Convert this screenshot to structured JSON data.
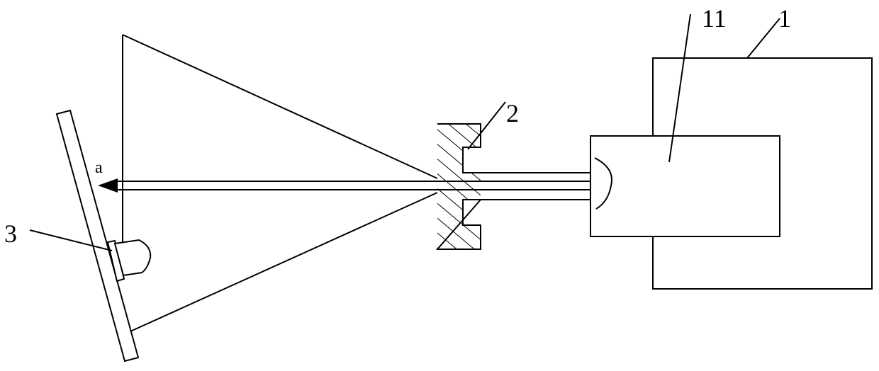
{
  "labels": {
    "l1": "1",
    "l11": "11",
    "l2": "2",
    "l3": "3",
    "la": "a"
  },
  "colors": {
    "line": "#000000",
    "background": "#ffffff"
  }
}
